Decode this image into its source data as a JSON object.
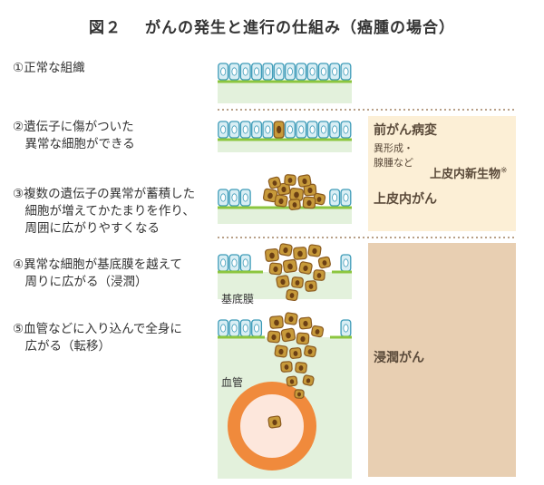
{
  "title": {
    "figure_no": "図２",
    "text": "がんの発生と進行の仕組み（癌腫の場合）"
  },
  "steps": [
    {
      "text": "①正常な組織"
    },
    {
      "text": "②遺伝子に傷がついた\n　異常な細胞ができる"
    },
    {
      "text": "③複数の遺伝子の異常が蓄積した\n　細胞が増えてかたまりを作り、\n　周囲に広がりやすくなる"
    },
    {
      "text": "④異常な細胞が基底膜を越えて\n　周りに広がる（浸潤）"
    },
    {
      "text": "⑤血管などに入り込んで全身に\n　広がる（転移）"
    }
  ],
  "zones": {
    "precancer": "前がん病変",
    "precancer_note": "異形成・\n腺腫など",
    "intraepithelial_neoplasia": "上皮内新生物",
    "asterisk": "※",
    "intraepithelial_cancer": "上皮内がん",
    "invasive_cancer": "浸潤がん"
  },
  "labels": {
    "basement_membrane": "基底膜",
    "blood_vessel": "血管"
  },
  "colors": {
    "cell_fill": "#d9eef4",
    "cell_border": "#3d9bb8",
    "cell_nucleus": "#ffffff",
    "basement_membrane": "#8cc63f",
    "tissue": "#e3f1dc",
    "abnormal_cell": "#c79a3a",
    "abnormal_nucleus": "#6b3f14",
    "abnormal_outline": "#8a5a1f",
    "precancer_zone": "#fcefd6",
    "invasive_zone": "#e8cfb2",
    "vessel_ring": "#f08a3c",
    "vessel_inner": "#fde7dc",
    "dotted_divider": "#a08060"
  }
}
